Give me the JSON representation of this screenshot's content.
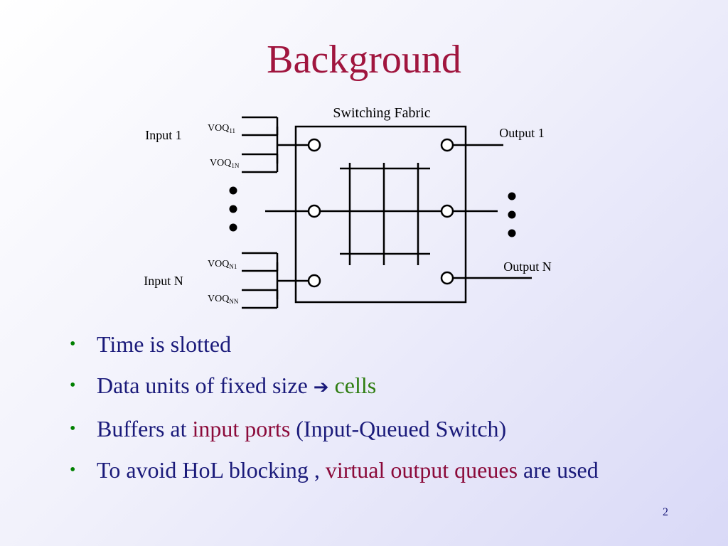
{
  "title": "Background",
  "diagram": {
    "fabric_label": "Switching Fabric",
    "input_top": "Input 1",
    "input_bottom": "Input N",
    "output_top": "Output 1",
    "output_bottom": "Output N",
    "voq": [
      {
        "base": "VOQ",
        "sub": "11"
      },
      {
        "base": "VOQ",
        "sub": "1N"
      },
      {
        "base": "VOQ",
        "sub": "N1"
      },
      {
        "base": "VOQ",
        "sub": "NN"
      }
    ]
  },
  "bullets": [
    {
      "parts": [
        {
          "text": "Time is slotted",
          "style": "normal"
        }
      ]
    },
    {
      "parts": [
        {
          "text": "Data units of fixed size ",
          "style": "normal"
        },
        {
          "text": "➔",
          "style": "arrow"
        },
        {
          "text": " cells",
          "style": "green"
        }
      ]
    },
    {
      "parts": [
        {
          "text": "Buffers at ",
          "style": "normal"
        },
        {
          "text": "input ports",
          "style": "maroon"
        },
        {
          "text": " (Input-Queued Switch)",
          "style": "normal"
        }
      ]
    },
    {
      "parts": [
        {
          "text": "To avoid HoL blocking , ",
          "style": "normal"
        },
        {
          "text": "virtual output queues",
          "style": "maroon"
        },
        {
          "text": " are used",
          "style": "normal"
        }
      ]
    }
  ],
  "bullet_glyph": "•",
  "page_number": "2"
}
